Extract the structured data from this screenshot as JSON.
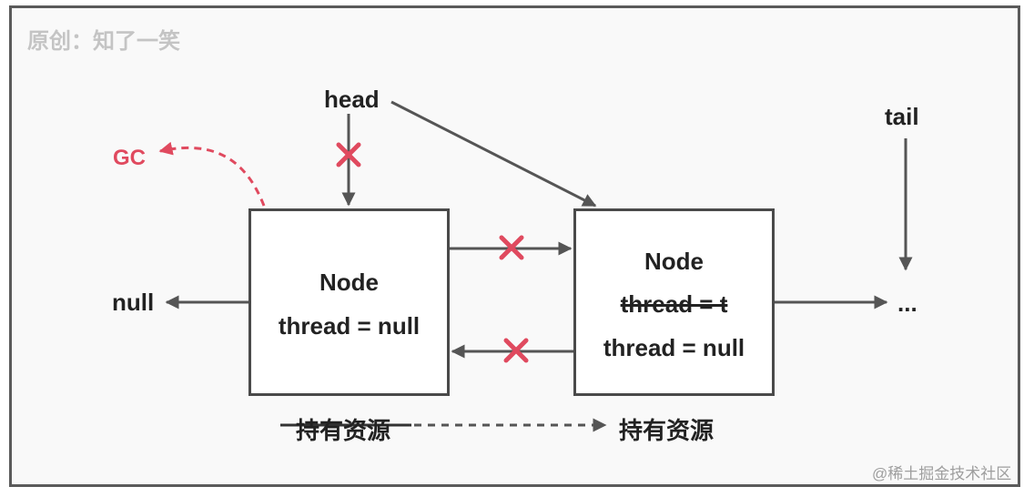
{
  "watermark_top": "原创：知了一笑",
  "watermark_bottom": "@稀土掘金技术社区",
  "head_label": "head",
  "tail_label": "tail",
  "gc_label": "GC",
  "null_label": "null",
  "ellipsis_label": "...",
  "left_node": {
    "title": "Node",
    "thread": "thread = null"
  },
  "right_node": {
    "title": "Node",
    "thread_old": "thread = t",
    "thread_new": "thread = null"
  },
  "resource_old": "持有资源",
  "resource_new": "持有资源",
  "colors": {
    "arrow": "#555555",
    "cross": "#e04a5f",
    "gc": "#e04a5f"
  }
}
